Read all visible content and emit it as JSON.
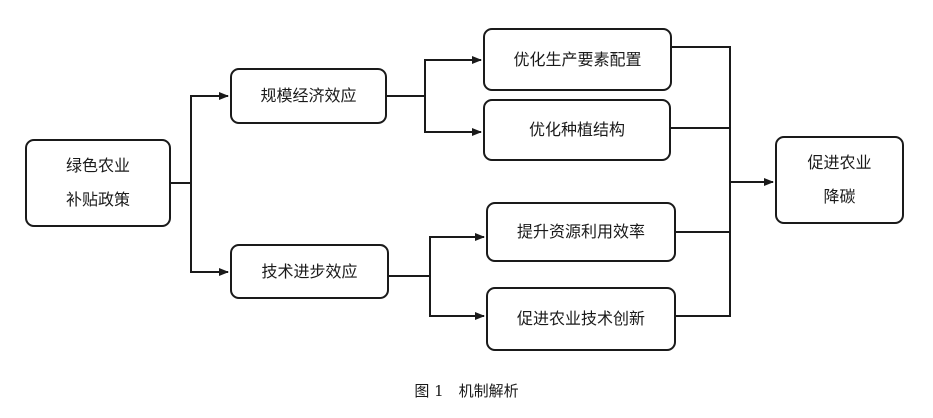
{
  "diagram": {
    "nodes": {
      "policy": {
        "lines": [
          "绿色农业",
          "补贴政策"
        ]
      },
      "scale_effect": {
        "label": "规模经济效应"
      },
      "tech_effect": {
        "label": "技术进步效应"
      },
      "optimize_factors": {
        "label": "优化生产要素配置"
      },
      "optimize_structure": {
        "label": "优化种植结构"
      },
      "resource_efficiency": {
        "label": "提升资源利用效率"
      },
      "tech_innovation": {
        "label": "促进农业技术创新"
      },
      "outcome": {
        "lines": [
          "促进农业",
          "降碳"
        ]
      }
    },
    "edges": [
      {
        "from": "policy",
        "to": "scale_effect"
      },
      {
        "from": "policy",
        "to": "tech_effect"
      },
      {
        "from": "scale_effect",
        "to": "optimize_factors"
      },
      {
        "from": "scale_effect",
        "to": "optimize_structure"
      },
      {
        "from": "tech_effect",
        "to": "resource_efficiency"
      },
      {
        "from": "tech_effect",
        "to": "tech_innovation"
      },
      {
        "from": "optimize_factors",
        "to": "outcome"
      },
      {
        "from": "optimize_structure",
        "to": "outcome"
      },
      {
        "from": "resource_efficiency",
        "to": "outcome"
      },
      {
        "from": "tech_innovation",
        "to": "outcome"
      }
    ]
  },
  "caption": "图 1　机制解析"
}
